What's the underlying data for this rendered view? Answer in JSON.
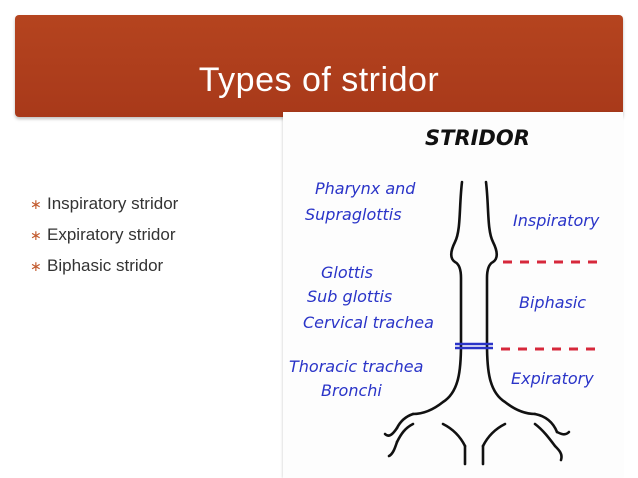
{
  "slide": {
    "title": "Types of stridor",
    "bullets": [
      "Inspiratory stridor",
      "Expiratory stridor",
      "Biphasic stridor"
    ],
    "bullet_symbol": "∗",
    "accent_color": "#a8391a"
  },
  "diagram": {
    "heading": "STRIDOR",
    "left_labels": {
      "pharynx": "Pharynx and",
      "supraglottis": "Supraglottis",
      "glottis": "Glottis",
      "subglottis": "Sub glottis",
      "cervical_trachea": "Cervical trachea",
      "thoracic_trachea": "Thoracic trachea",
      "bronchi": "Bronchi"
    },
    "right_labels": {
      "inspiratory": "Inspiratory",
      "biphasic": "Biphasic",
      "expiratory": "Expiratory"
    },
    "ink_blue": "#2a34c8",
    "ink_red": "#d6283b"
  }
}
